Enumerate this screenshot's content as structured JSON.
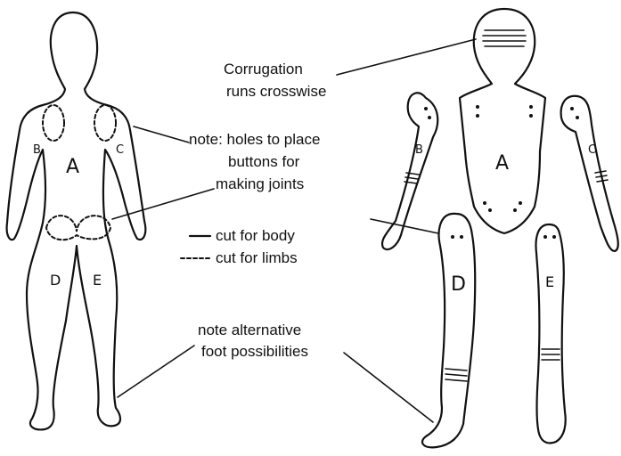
{
  "annotations": {
    "corrugation_line1": "Corrugation",
    "corrugation_line2": "runs crosswise",
    "note_line1": "note: holes to place",
    "note_line2": "buttons for",
    "note_line3": "making joints",
    "legend_body": "cut for body",
    "legend_limbs": "cut for limbs",
    "alt_line1": "note alternative",
    "alt_line2": "foot possibilities"
  },
  "left_figure": {
    "part_a": "A",
    "part_b": "B",
    "part_c": "C",
    "part_d": "D",
    "part_e": "E"
  },
  "right_pieces": {
    "part_a": "A",
    "part_b": "B",
    "part_c": "C",
    "part_d": "D",
    "part_e": "E"
  }
}
